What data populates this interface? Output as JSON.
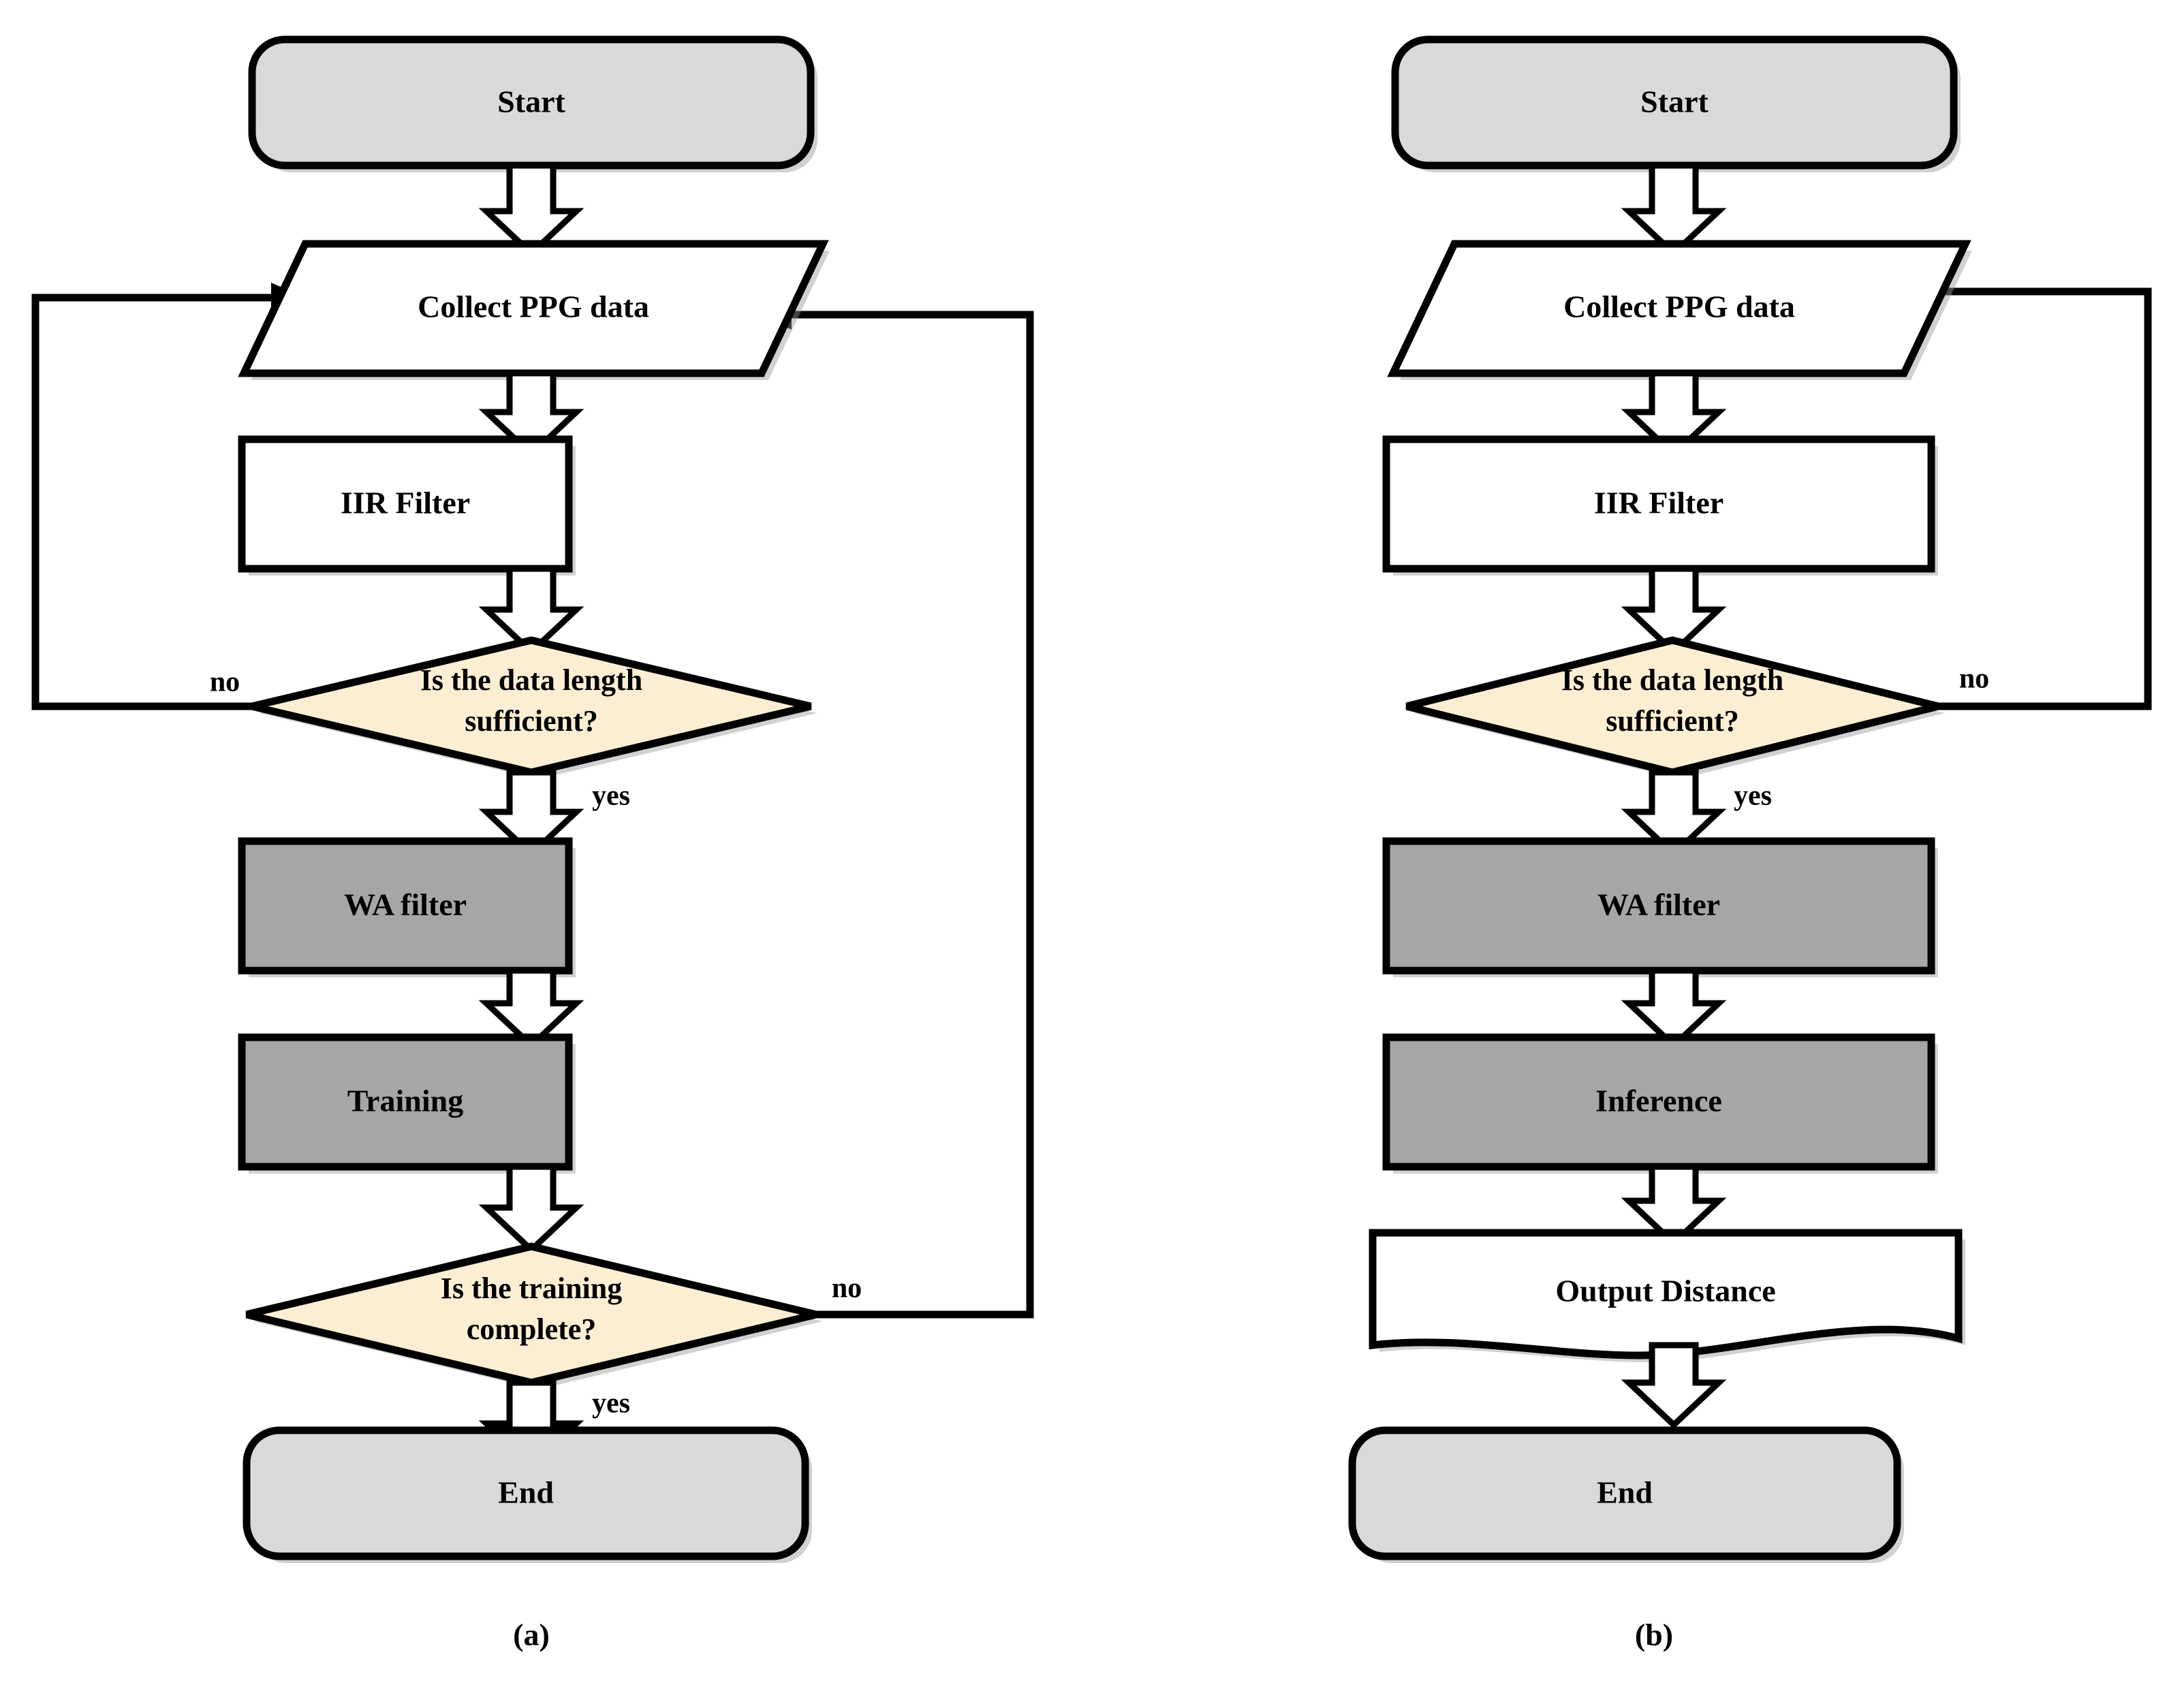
{
  "figure": {
    "type": "flowchart",
    "panel_count": 2,
    "colors": {
      "terminator_fill": "#d9d9d9",
      "process_fill": "#ffffff",
      "highlight_process_fill": "#a6a6a6",
      "decision_fill": "#fceed2",
      "stroke": "#000000",
      "background": "#ffffff"
    }
  },
  "panel_a": {
    "caption": "(a)",
    "nodes": {
      "start": "Start",
      "collect": "Collect PPG data",
      "iir": "IIR Filter",
      "decision1_line1": "Is the data length",
      "decision1_line2": "sufficient?",
      "wa": "WA filter",
      "training": "Training",
      "decision2_line1": "Is the training",
      "decision2_line2": "complete?",
      "end": "End"
    },
    "edge_labels": {
      "decision1_no": "no",
      "decision1_yes": "yes",
      "decision2_no": "no",
      "decision2_yes": "yes"
    }
  },
  "panel_b": {
    "caption": "(b)",
    "nodes": {
      "start": "Start",
      "collect": "Collect PPG data",
      "iir": "IIR Filter",
      "decision1_line1": "Is the data length",
      "decision1_line2": "sufficient?",
      "wa": "WA filter",
      "inference": "Inference",
      "output": "Output Distance",
      "end": "End"
    },
    "edge_labels": {
      "decision1_no": "no",
      "decision1_yes": "yes"
    }
  }
}
